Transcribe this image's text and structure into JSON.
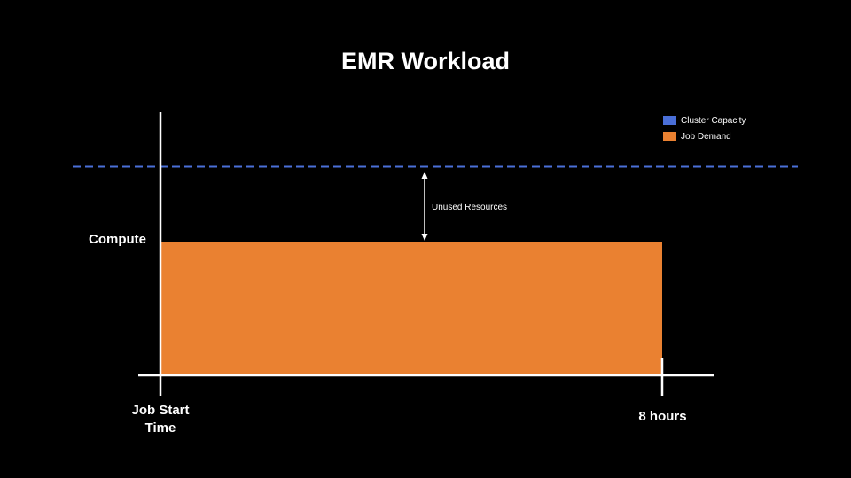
{
  "title": "EMR Workload",
  "legend": {
    "items": [
      {
        "label": "Cluster Capacity",
        "color": "#4a6fd8"
      },
      {
        "label": "Job Demand",
        "color": "#ea8131"
      }
    ]
  },
  "y_axis_label": "Compute",
  "x_axis": {
    "start_label": "Job Start\nTime",
    "end_label": "8 hours"
  },
  "annotation": "Unused Resources",
  "colors": {
    "background": "#000000",
    "capacity_line": "#4a6fd8",
    "demand_fill": "#ea8131",
    "axis": "#ffffff"
  }
}
